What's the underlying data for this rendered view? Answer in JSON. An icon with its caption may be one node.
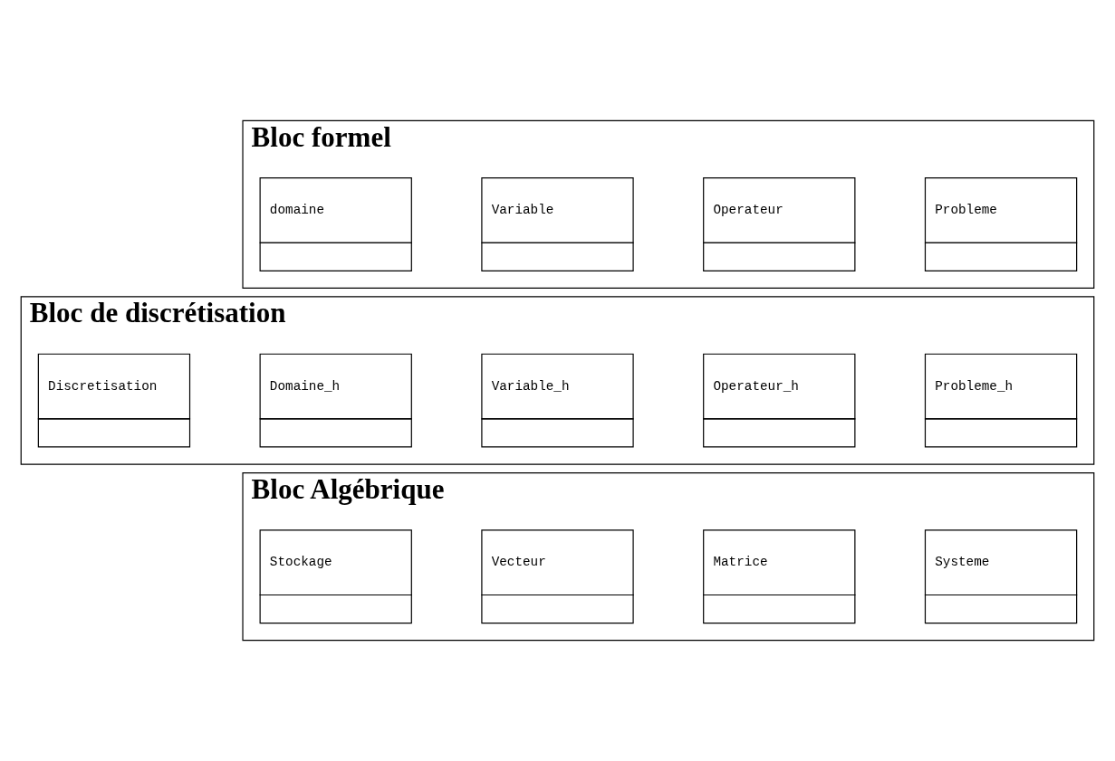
{
  "diagram": {
    "nodes": [
      {
        "text": [
          "Bloc formel"
        ]
      },
      {
        "text": [
          "Probleme"
        ],
        "in": 0
      },
      {
        "text": [
          "Operateur"
        ],
        "in": 0
      },
      {
        "text": [
          "Variable"
        ],
        "in": 0
      },
      {
        "text": [
          "domaine"
        ],
        "in": 0
      },
      {
        "text": [
          "Bloc de discrétisation"
        ]
      },
      {
        "text": [
          "Probleme_h"
        ],
        "in": 5
      },
      {
        "text": [
          "Operateur_h"
        ],
        "in": 5
      },
      {
        "text": [
          "Variable_h"
        ],
        "in": 5
      },
      {
        "text": [
          "Domaine_h"
        ],
        "in": 5
      },
      {
        "text": [
          "Discretisation"
        ],
        "in": 5
      },
      {
        "text": [
          "Bloc Algébrique"
        ]
      },
      {
        "text": [
          "Systeme"
        ],
        "in": 11
      },
      {
        "text": [
          "Matrice"
        ],
        "in": 11
      },
      {
        "text": [
          "Vecteur"
        ],
        "in": 11
      },
      {
        "text": [
          "Stockage"
        ],
        "in": 11
      }
    ]
  }
}
